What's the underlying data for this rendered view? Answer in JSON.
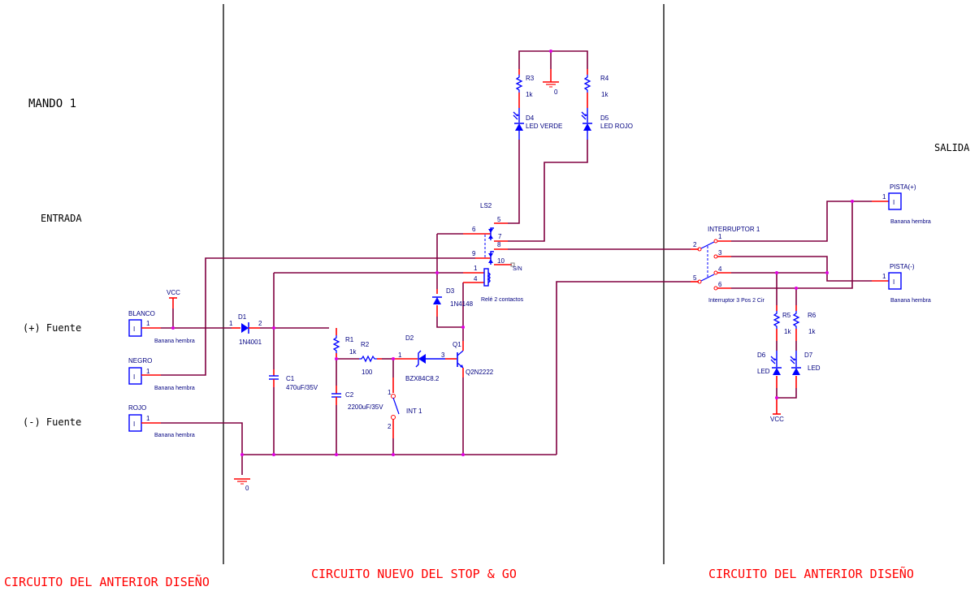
{
  "labels": {
    "title": "MANDO 1",
    "entrada": "ENTRADA",
    "salida": "SALIDA",
    "fuente_pos": "(+) Fuente",
    "fuente_neg": "(-) Fuente",
    "section_left": "CIRCUITO DEL ANTERIOR DISEÑO",
    "section_mid": "CIRCUITO NUEVO DEL STOP & GO",
    "section_right": "CIRCUITO DEL ANTERIOR DISEÑO"
  },
  "connectors": {
    "blanco": {
      "name": "BLANCO",
      "pin": "1",
      "type": "Banana hembra"
    },
    "negro": {
      "name": "NEGRO",
      "pin": "1",
      "type": "Banana hembra"
    },
    "rojo": {
      "name": "ROJO",
      "pin": "1",
      "type": "Banana hembra"
    },
    "pista_pos": {
      "name": "PISTA(+)",
      "pin": "1",
      "type": "Banana hembra"
    },
    "pista_neg": {
      "name": "PISTA(-)",
      "pin": "1",
      "type": "Banana hembra"
    }
  },
  "components": {
    "vcc": "VCC",
    "gnd": "0",
    "d1": {
      "ref": "D1",
      "value": "1N4001",
      "pin1": "1",
      "pin2": "2"
    },
    "c1": {
      "ref": "C1",
      "value": "470uF/35V"
    },
    "r1": {
      "ref": "R1",
      "value": "1k"
    },
    "c2": {
      "ref": "C2",
      "value": "2200uF/35V"
    },
    "r2": {
      "ref": "R2",
      "value": "100"
    },
    "int1": {
      "ref": "INT 1",
      "pin1": "1",
      "pin2": "2"
    },
    "d2": {
      "ref": "D2",
      "value": "BZX84C8.2",
      "pin1": "1",
      "pin3": "3"
    },
    "q1": {
      "ref": "Q1",
      "value": "Q2N2222"
    },
    "d3": {
      "ref": "D3",
      "value": "1N4148"
    },
    "ls2": {
      "ref": "LS2",
      "value": "Relé 2 contactos",
      "pins": [
        "6",
        "5",
        "7",
        "8",
        "9",
        "10",
        "1",
        "4"
      ],
      "nc": "S/N"
    },
    "r3": {
      "ref": "R3",
      "value": "1k"
    },
    "r4": {
      "ref": "R4",
      "value": "1k"
    },
    "d4": {
      "ref": "D4",
      "value": "LED VERDE"
    },
    "d5": {
      "ref": "D5",
      "value": "LED ROJO"
    },
    "sw": {
      "ref": "INTERRUPTOR 1",
      "value": "Interruptor 3 Pos 2 Cir",
      "pins": [
        "2",
        "5",
        "1",
        "3",
        "4",
        "6"
      ]
    },
    "r5": {
      "ref": "R5",
      "value": "1k"
    },
    "r6": {
      "ref": "R6",
      "value": "1k"
    },
    "d6": {
      "ref": "D6",
      "value": "LED"
    },
    "d7": {
      "ref": "D7",
      "value": "LED"
    }
  },
  "colors": {
    "wire": "#800040",
    "pin": "#ff0000",
    "component": "#0000ff",
    "junction": "#e000e0",
    "section_text": "#ff0000"
  }
}
